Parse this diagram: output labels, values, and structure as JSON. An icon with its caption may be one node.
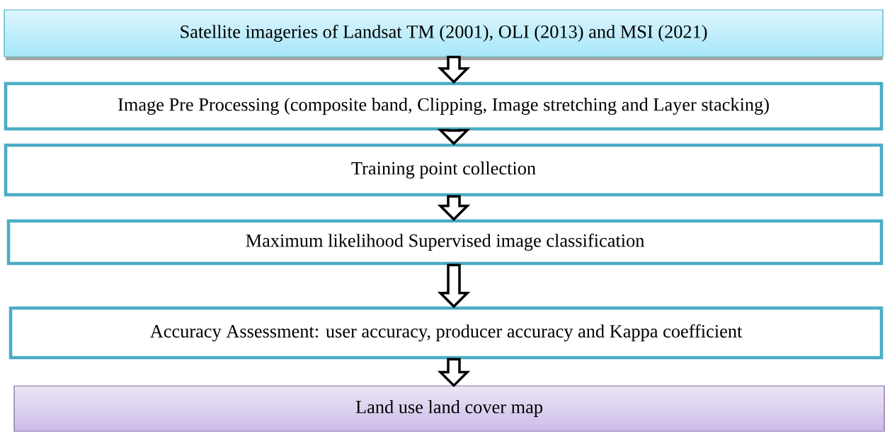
{
  "diagram": {
    "nodes": [
      {
        "text": [
          "Satellite imageries of Landsat TM (2001), OLI (2013) and MSI (2021)"
        ]
      },
      {
        "text": [
          "Image Pre Processing (composite band, Clipping, Image stretching and Layer stacking)"
        ]
      },
      {
        "text": [
          "Training point collection"
        ]
      },
      {
        "text": [
          "Maximum likelihood Supervised image classification"
        ]
      },
      {
        "text": [
          "Accuracy Assessment: user accuracy, producer accuracy and Kappa coefficient"
        ]
      },
      {
        "text": [
          "Land use land cover map"
        ]
      }
    ],
    "edges": [
      {
        "from": 0,
        "to": 1,
        "arrow": "to"
      },
      {
        "from": 1,
        "to": 2,
        "arrow": "to"
      },
      {
        "from": 2,
        "to": 3,
        "arrow": "to"
      },
      {
        "from": 3,
        "to": 4,
        "arrow": "to"
      },
      {
        "from": 4,
        "to": 5,
        "arrow": "to"
      }
    ]
  }
}
